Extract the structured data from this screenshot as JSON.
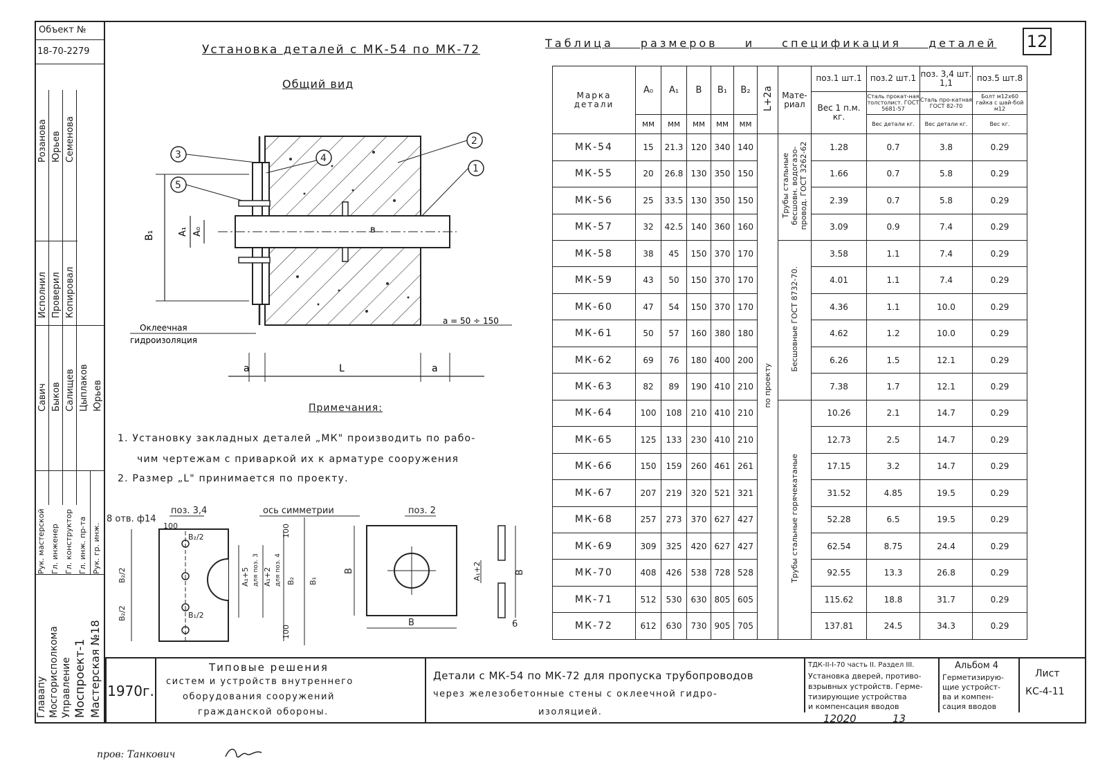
{
  "sheet_number": "12",
  "left_stamp": {
    "object_label": "Объект №",
    "object_value": "18-70-2279",
    "names_a": [
      "Розанова",
      "Юрьев",
      "Семенова"
    ],
    "roles_a": [
      "Исполнил",
      "Проверил",
      "Копировал"
    ],
    "names_b": [
      "Савич",
      "Быков",
      "Салищев",
      "Цыплаков",
      "Юрьев"
    ],
    "roles_b": [
      "Рук. мастерской",
      "Гл. инженер",
      "Гл. конструктор",
      "Гл. инж. пр-та",
      "Рук. гр. инж."
    ],
    "org": [
      "Главапу",
      "Мосгорисполкома",
      "Управление",
      "Моспроект-1",
      "Мастерская №18"
    ]
  },
  "drawing": {
    "title": "Установка деталей с МК-54 по МК-72",
    "general_view": "Общий вид",
    "callouts": [
      "1",
      "2",
      "3",
      "4",
      "5"
    ],
    "labels": {
      "b1": "В₁",
      "a1": "А₁",
      "a0": "А₀",
      "b": "в",
      "a_eq": "a = 50 ÷ 150",
      "insulation_1": "Оклеечная",
      "insulation_2": "гидроизоляция",
      "dim_a": "a",
      "dim_l": "L"
    }
  },
  "notes": {
    "title": "Примечания:",
    "line1": "1. Установку закладных деталей „МК\" производить по рабо-",
    "line2": "чим чертежам с приваркой их к арматуре сооружения",
    "line3": "2. Размер „L\" принимается по проекту."
  },
  "details": {
    "holes": "8 отв. ф14",
    "pos34": "поз. 3,4",
    "axis": "ось симметрии",
    "pos2": "поз. 2",
    "d100": "100",
    "b2half": "В₂/2",
    "b1half": "В₁/2",
    "a1p5": "А₁+5",
    "for3": "для поз. 3",
    "a1p2": "А₁+2",
    "for4": "для поз. 4",
    "b2": "В₂",
    "b1": "В₁",
    "B": "В",
    "six": "6",
    "a1p2b": "А₁+2"
  },
  "table": {
    "title": "Таблица размеров и спецификация деталей",
    "headers": {
      "mark": "Марка детали",
      "a0": "А₀",
      "a1": "А₁",
      "b": "В",
      "b1": "В₁",
      "b2": "В₂",
      "unit": "мм",
      "l2a": "L+2a",
      "material": "Мате-риал",
      "pos1": "поз.1 шт.1",
      "pos1w": "Вес 1 п.м. кг.",
      "pos2": "поз.2 шт.1",
      "pos2m": "Сталь прокат-ная толстолист. ГОСТ 5681-57",
      "pos2w": "Вес детали кг.",
      "pos34": "поз. 3,4 шт. 1,1",
      "pos34m": "Сталь про-катная ГОСТ 82-70",
      "pos34w": "Вес детали кг.",
      "pos5": "поз.5 шт.8",
      "pos5m": "Болт м12х60 гайка с шай-бой м12",
      "pos5w": "Вес кг."
    },
    "l2a_value": "по проекту",
    "materials": [
      "Трубы стальные бесшовн. водогазо-провод. ГОСТ 3262-62",
      "Бесшовные ГОСТ 8732-70.",
      "Трубы стальные горячекатаные"
    ],
    "rows": [
      {
        "mark": "МК-54",
        "a0": "15",
        "a1": "21.3",
        "b": "120",
        "b1": "340",
        "b2": "140",
        "w1": "1.28",
        "w2": "0.7",
        "w34": "3.8",
        "w5": "0.29"
      },
      {
        "mark": "МК-55",
        "a0": "20",
        "a1": "26.8",
        "b": "130",
        "b1": "350",
        "b2": "150",
        "w1": "1.66",
        "w2": "0.7",
        "w34": "5.8",
        "w5": "0.29"
      },
      {
        "mark": "МК-56",
        "a0": "25",
        "a1": "33.5",
        "b": "130",
        "b1": "350",
        "b2": "150",
        "w1": "2.39",
        "w2": "0.7",
        "w34": "5.8",
        "w5": "0.29"
      },
      {
        "mark": "МК-57",
        "a0": "32",
        "a1": "42.5",
        "b": "140",
        "b1": "360",
        "b2": "160",
        "w1": "3.09",
        "w2": "0.9",
        "w34": "7.4",
        "w5": "0.29"
      },
      {
        "mark": "МК-58",
        "a0": "38",
        "a1": "45",
        "b": "150",
        "b1": "370",
        "b2": "170",
        "w1": "3.58",
        "w2": "1.1",
        "w34": "7.4",
        "w5": "0.29"
      },
      {
        "mark": "МК-59",
        "a0": "43",
        "a1": "50",
        "b": "150",
        "b1": "370",
        "b2": "170",
        "w1": "4.01",
        "w2": "1.1",
        "w34": "7.4",
        "w5": "0.29"
      },
      {
        "mark": "МК-60",
        "a0": "47",
        "a1": "54",
        "b": "150",
        "b1": "370",
        "b2": "170",
        "w1": "4.36",
        "w2": "1.1",
        "w34": "10.0",
        "w5": "0.29"
      },
      {
        "mark": "МК-61",
        "a0": "50",
        "a1": "57",
        "b": "160",
        "b1": "380",
        "b2": "180",
        "w1": "4.62",
        "w2": "1.2",
        "w34": "10.0",
        "w5": "0.29"
      },
      {
        "mark": "МК-62",
        "a0": "69",
        "a1": "76",
        "b": "180",
        "b1": "400",
        "b2": "200",
        "w1": "6.26",
        "w2": "1.5",
        "w34": "12.1",
        "w5": "0.29"
      },
      {
        "mark": "МК-63",
        "a0": "82",
        "a1": "89",
        "b": "190",
        "b1": "410",
        "b2": "210",
        "w1": "7.38",
        "w2": "1.7",
        "w34": "12.1",
        "w5": "0.29"
      },
      {
        "mark": "МК-64",
        "a0": "100",
        "a1": "108",
        "b": "210",
        "b1": "410",
        "b2": "210",
        "w1": "10.26",
        "w2": "2.1",
        "w34": "14.7",
        "w5": "0.29"
      },
      {
        "mark": "МК-65",
        "a0": "125",
        "a1": "133",
        "b": "230",
        "b1": "410",
        "b2": "210",
        "w1": "12.73",
        "w2": "2.5",
        "w34": "14.7",
        "w5": "0.29"
      },
      {
        "mark": "МК-66",
        "a0": "150",
        "a1": "159",
        "b": "260",
        "b1": "461",
        "b2": "261",
        "w1": "17.15",
        "w2": "3.2",
        "w34": "14.7",
        "w5": "0.29"
      },
      {
        "mark": "МК-67",
        "a0": "207",
        "a1": "219",
        "b": "320",
        "b1": "521",
        "b2": "321",
        "w1": "31.52",
        "w2": "4.85",
        "w34": "19.5",
        "w5": "0.29"
      },
      {
        "mark": "МК-68",
        "a0": "257",
        "a1": "273",
        "b": "370",
        "b1": "627",
        "b2": "427",
        "w1": "52.28",
        "w2": "6.5",
        "w34": "19.5",
        "w5": "0.29"
      },
      {
        "mark": "МК-69",
        "a0": "309",
        "a1": "325",
        "b": "420",
        "b1": "627",
        "b2": "427",
        "w1": "62.54",
        "w2": "8.75",
        "w34": "24.4",
        "w5": "0.29"
      },
      {
        "mark": "МК-70",
        "a0": "408",
        "a1": "426",
        "b": "538",
        "b1": "728",
        "b2": "528",
        "w1": "92.55",
        "w2": "13.3",
        "w34": "26.8",
        "w5": "0.29"
      },
      {
        "mark": "МК-71",
        "a0": "512",
        "a1": "530",
        "b": "630",
        "b1": "805",
        "b2": "605",
        "w1": "115.62",
        "w2": "18.8",
        "w34": "31.7",
        "w5": "0.29"
      },
      {
        "mark": "МК-72",
        "a0": "612",
        "a1": "630",
        "b": "730",
        "b1": "905",
        "b2": "705",
        "w1": "137.81",
        "w2": "24.5",
        "w34": "34.3",
        "w5": "0.29"
      }
    ]
  },
  "bottom_stamp": {
    "year": "1970г.",
    "series_l1": "Типовые решения",
    "series_l2": "систем и устройств внутреннего",
    "series_l3": "оборудования сооружений",
    "series_l4": "гражданской обороны.",
    "title_l1": "Детали с МК-54 по МК-72 для пропуска трубопроводов",
    "title_l2": "через железобетонные стены с оклеечной гидро-",
    "title_l3": "изоляцией.",
    "ref_l1": "ТДК-II-I-70 часть II. Раздел III.",
    "ref_l2": "Установка дверей, противо-",
    "ref_l3": "взрывных устройств. Герме-",
    "ref_l4": "тизирующие устройства",
    "ref_l5": "и компенсация вводов",
    "album_l1": "Альбом 4",
    "album_l2": "Герметизирую-",
    "album_l3": "щие устройст-",
    "album_l4": "ва и компен-",
    "album_l5": "сация вводов",
    "sheet_label": "Лист",
    "sheet_code": "КС-4-11",
    "num1": "12020",
    "num2": "13",
    "checked": "пров: Танкович"
  }
}
